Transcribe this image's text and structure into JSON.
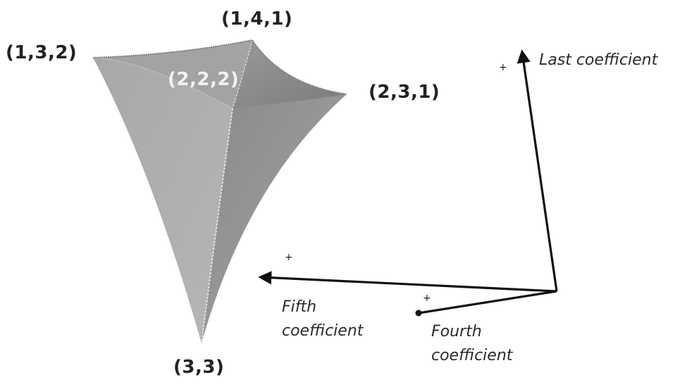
{
  "vertices": {
    "v132": "(1,3,2)",
    "v141": "(1,4,1)",
    "v222": "(2,2,2)",
    "v231": "(2,3,1)",
    "v33": "(3,3)"
  },
  "axes": {
    "last": {
      "line1": "Last coefficient",
      "line2": "",
      "sign": "+"
    },
    "fifth": {
      "line1": "Fifth",
      "line2": "coefficient",
      "sign": "+"
    },
    "fourth": {
      "line1": "Fourth",
      "line2": "coefficient",
      "sign": "+"
    }
  },
  "colors": {
    "surface_light": "#b4b4b4",
    "surface_mid": "#9c9c9c",
    "surface_dark": "#808080",
    "edge_light": "#e6e6e6",
    "arrow": "#111111"
  }
}
